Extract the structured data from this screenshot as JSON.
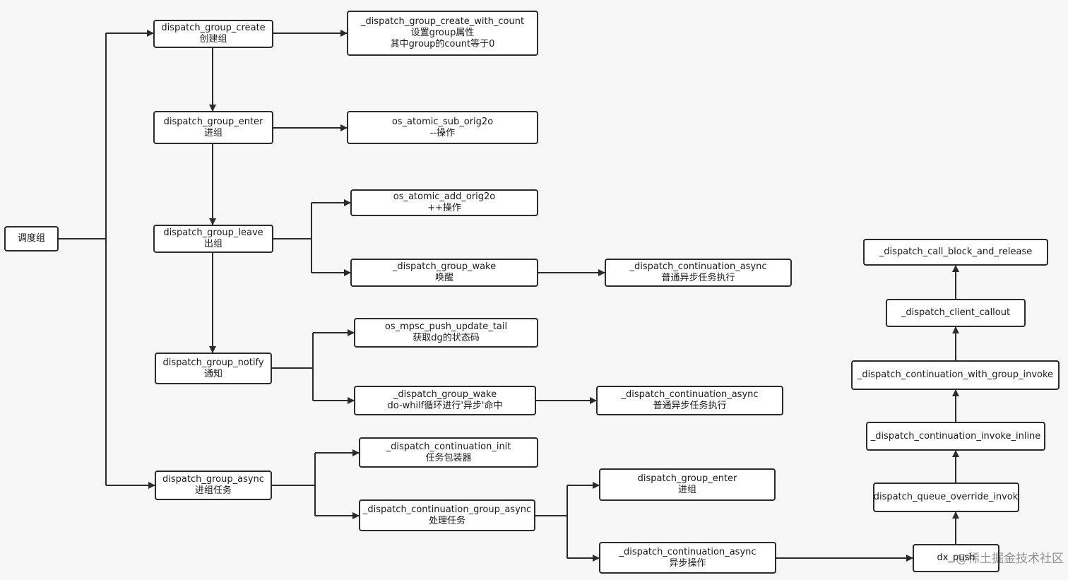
{
  "nodes": {
    "root": {
      "l1": "调度组"
    },
    "group_create": {
      "l1": "dispatch_group_create",
      "l2": "创建组"
    },
    "create_with_count": {
      "l1": "_dispatch_group_create_with_count",
      "l2": "设置group属性",
      "l3": "其中group的count等于0"
    },
    "group_enter": {
      "l1": "dispatch_group_enter",
      "l2": "进组"
    },
    "atomic_sub": {
      "l1": "os_atomic_sub_orig2o",
      "l2": "--操作"
    },
    "group_leave": {
      "l1": "dispatch_group_leave",
      "l2": "出组"
    },
    "atomic_add": {
      "l1": "os_atomic_add_orig2o",
      "l2": "++操作"
    },
    "wake1": {
      "l1": "_dispatch_group_wake",
      "l2": "唤醒"
    },
    "cont_async1": {
      "l1": "_dispatch_continuation_async",
      "l2": "普通异步任务执行"
    },
    "group_notify": {
      "l1": "dispatch_group_notify",
      "l2": "通知"
    },
    "mpsc_push": {
      "l1": "os_mpsc_push_update_tail",
      "l2": "获取dg的状态码"
    },
    "wake2": {
      "l1": "_dispatch_group_wake",
      "l2": "do-whilf循环进行'异步'命中"
    },
    "cont_async2": {
      "l1": "_dispatch_continuation_async",
      "l2": "普通异步任务执行"
    },
    "group_async": {
      "l1": "dispatch_group_async",
      "l2": "进组任务"
    },
    "cont_init": {
      "l1": "_dispatch_continuation_init",
      "l2": "任务包装器"
    },
    "cont_group_async": {
      "l1": "_dispatch_continuation_group_async",
      "l2": "处理任务"
    },
    "group_enter2": {
      "l1": "dispatch_group_enter",
      "l2": "进组"
    },
    "cont_async3": {
      "l1": "_dispatch_continuation_async",
      "l2": "异步操作"
    },
    "dx_push": {
      "l1": "dx_push"
    },
    "queue_override": {
      "l1": "_dispatch_queue_override_invoke"
    },
    "invoke_inline": {
      "l1": "_dispatch_continuation_invoke_inline"
    },
    "with_group_invoke": {
      "l1": "_dispatch_continuation_with_group_invoke"
    },
    "client_callout": {
      "l1": "_dispatch_client_callout"
    },
    "call_block": {
      "l1": "_dispatch_call_block_and_release"
    }
  },
  "watermark": "@稀土掘金技术社区",
  "colors": {
    "line": "#2b2b2b",
    "node_fill": "#ffffff",
    "background": "#f7f7f7"
  }
}
